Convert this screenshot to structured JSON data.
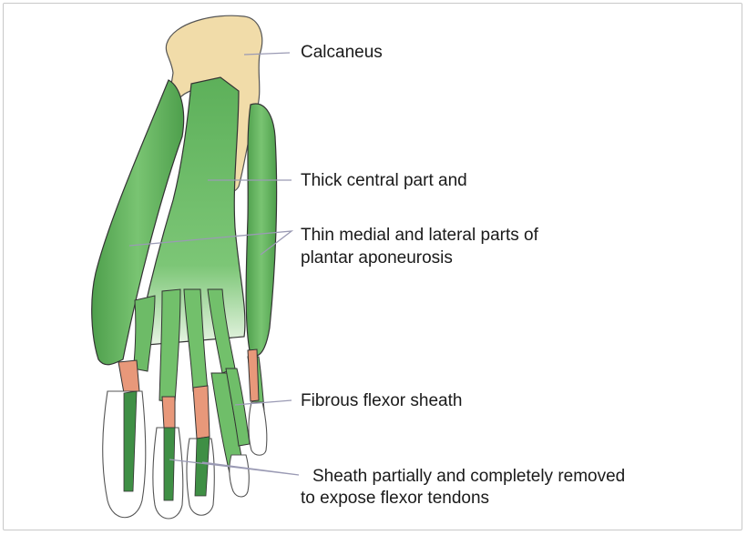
{
  "labels": {
    "calcaneus": "Calcaneus",
    "thick_central": "Thick central part and",
    "thin_parts_line1": "Thin medial and lateral parts of",
    "thin_parts_line2": "plantar aponeurosis",
    "fibrous_sheath": "Fibrous flexor sheath",
    "sheath_removed_line1": "Sheath partially and completely removed",
    "sheath_removed_line2": "to expose flexor tendons"
  },
  "colors": {
    "bone": "#f0dca8",
    "aponeurosis_green": "#5fb05c",
    "aponeurosis_light": "#8fd088",
    "sheath_orange": "#e89a78",
    "tendon_green": "#3f8f45",
    "outline": "#3a3a3a",
    "leader_line": "#9a9ab4"
  }
}
